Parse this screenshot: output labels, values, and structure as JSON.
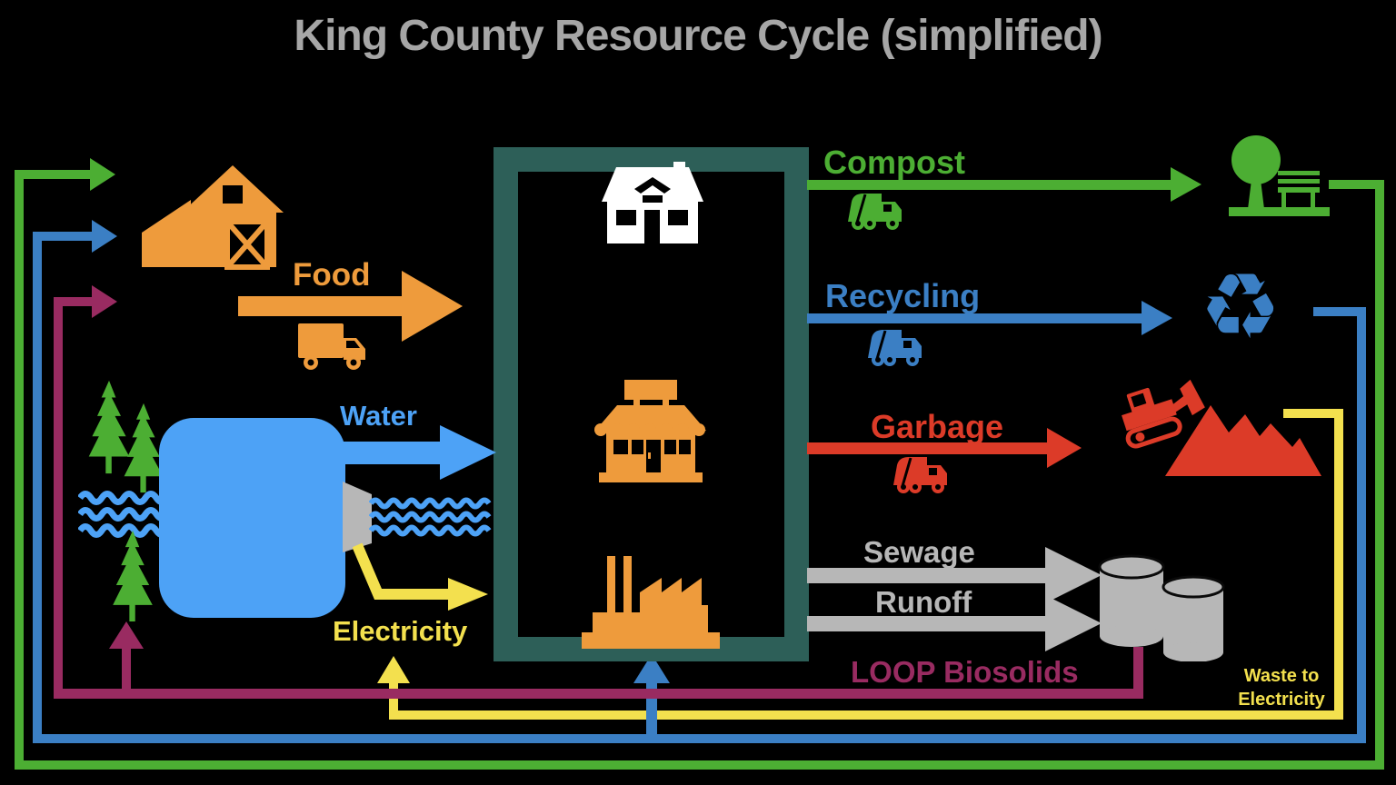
{
  "title": "King County Resource Cycle (simplified)",
  "labels": {
    "food": "Food",
    "water": "Water",
    "electricity": "Electricity",
    "compost": "Compost",
    "recycling": "Recycling",
    "garbage": "Garbage",
    "sewage": "Sewage",
    "runoff": "Runoff",
    "loop_biosolids": "LOOP Biosolids",
    "waste_to_electricity": "Waste to Electricity"
  },
  "icons": {
    "recycle_glyph": "♻"
  },
  "colors": {
    "background": "#000000",
    "title": "#a6a6a6",
    "orange": "#ee9b3c",
    "green": "#4cae33",
    "blue": "#3b7fc4",
    "light_blue": "#4da2f6",
    "red": "#dc3b28",
    "gray": "#b7b7b7",
    "purple": "#992b61",
    "yellow": "#f3e04e",
    "city_box": "#2d5f58"
  }
}
